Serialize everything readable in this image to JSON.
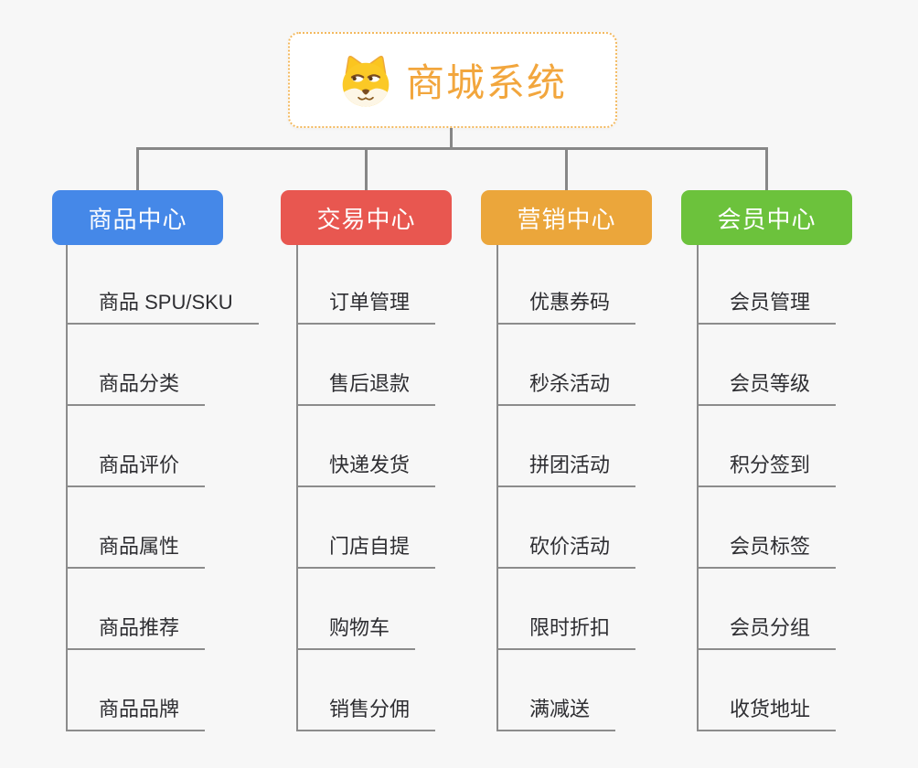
{
  "root": {
    "title": "商城系统",
    "icon": "dog-face-icon",
    "border_color": "#f3b95f",
    "title_color": "#f2a63d"
  },
  "connector_color": "#878787",
  "underline_color": "#8c8c8c",
  "background_color": "#f7f7f7",
  "branches": [
    {
      "label": "商品中心",
      "color": "#4588e8",
      "children": [
        "商品 SPU/SKU",
        "商品分类",
        "商品评价",
        "商品属性",
        "商品推荐",
        "商品品牌"
      ]
    },
    {
      "label": "交易中心",
      "color": "#e85750",
      "children": [
        "订单管理",
        "售后退款",
        "快递发货",
        "门店自提",
        "购物车",
        "销售分佣"
      ]
    },
    {
      "label": "营销中心",
      "color": "#eba63b",
      "children": [
        "优惠券码",
        "秒杀活动",
        "拼团活动",
        "砍价活动",
        "限时折扣",
        "满减送"
      ]
    },
    {
      "label": "会员中心",
      "color": "#6cc23c",
      "children": [
        "会员管理",
        "会员等级",
        "积分签到",
        "会员标签",
        "会员分组",
        "收货地址"
      ]
    }
  ]
}
